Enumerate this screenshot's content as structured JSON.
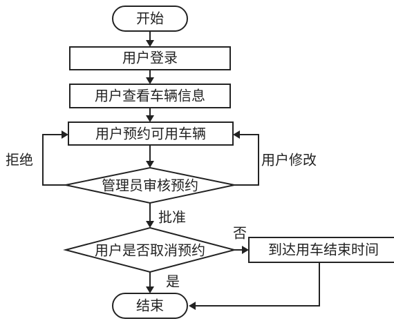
{
  "nodes": {
    "start": "开始",
    "login": "用户登录",
    "view": "用户查看车辆信息",
    "reserve": "用户预约可用车辆",
    "review": "管理员审核预约",
    "cancel": "用户是否取消预约",
    "arrive": "到达用车结束时间",
    "end": "结束"
  },
  "edges": {
    "reject": "拒绝",
    "modify": "用户修改",
    "approve": "批准",
    "no": "否",
    "yes": "是"
  }
}
